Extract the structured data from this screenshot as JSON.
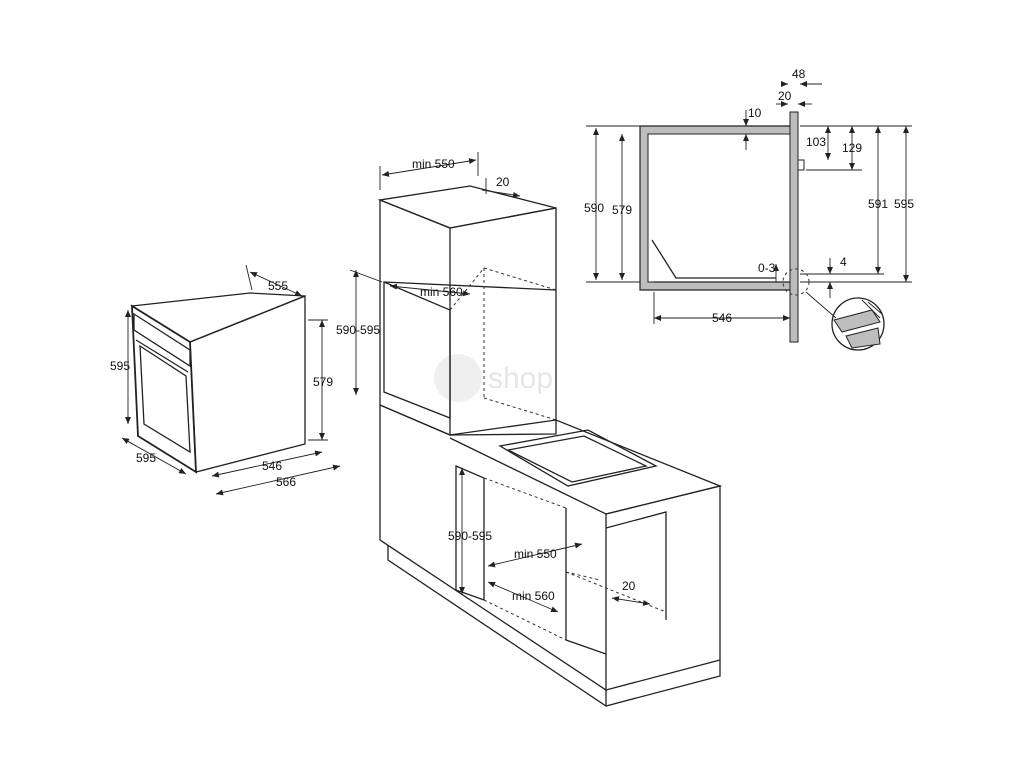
{
  "oven": {
    "width": "595",
    "height_front": "595",
    "depth_top": "555",
    "height_body": "579",
    "depth_bottom_1": "546",
    "depth_bottom_2": "566"
  },
  "tall_cabinet": {
    "width_min": "min 550",
    "gap_top": "20",
    "depth_min": "min 560",
    "niche_height": "590-595"
  },
  "base_cabinet": {
    "niche_height": "590-595",
    "width_min": "min 550",
    "depth_min": "min 560",
    "gap": "20"
  },
  "section": {
    "d48": "48",
    "d20": "20",
    "d10": "10",
    "d103": "103",
    "d129": "129",
    "d590": "590",
    "d579": "579",
    "d591": "591",
    "d595": "595",
    "d03": "0-3",
    "d4": "4",
    "d546": "546"
  },
  "watermark": "shop"
}
